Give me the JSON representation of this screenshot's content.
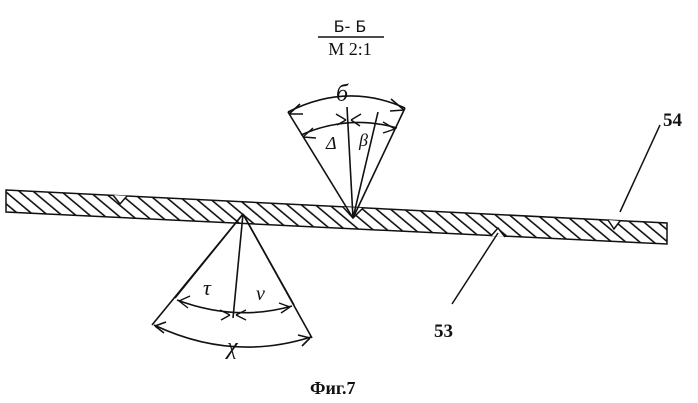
{
  "section": {
    "label": "Б- Б",
    "scale": "М 2:1"
  },
  "angles": {
    "upper_outer": "б",
    "upper_left": "Δ",
    "upper_right": "β",
    "lower_left": "τ",
    "lower_right": "ν",
    "lower_outer": "χ"
  },
  "refs": {
    "first": "54",
    "second": "53"
  },
  "caption": "Фиг.7"
}
